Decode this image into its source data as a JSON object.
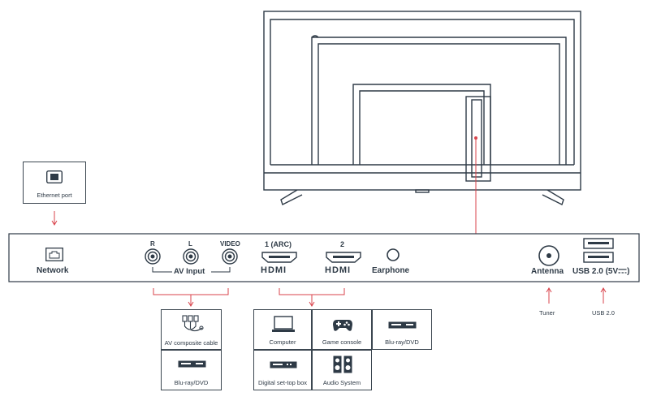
{
  "ethernet_box": {
    "label": "Ethernet port"
  },
  "panel": {
    "network_label": "Network",
    "av": {
      "r": "R",
      "l": "L",
      "video": "VIDEO",
      "label": "AV Input"
    },
    "hdmi1_label": "1 (ARC)",
    "hdmi2_label": "2",
    "hdmi_logo": "HDMI",
    "earphone_label": "Earphone",
    "antenna_label": "Antenna",
    "usb_label": "USB 2.0 (5V",
    "usb_suffix": ")"
  },
  "below_labels": {
    "tuner": "Tuner",
    "usb": "USB 2.0"
  },
  "av_devices": [
    {
      "label": "AV composite cable",
      "icon": "composite-cable-icon"
    },
    {
      "label": "Blu-ray/DVD",
      "icon": "bluray-player-icon"
    }
  ],
  "hdmi_devices": [
    {
      "label": "Computer",
      "icon": "laptop-icon"
    },
    {
      "label": "Game console",
      "icon": "gamepad-icon"
    },
    {
      "label": "Blu-ray/DVD",
      "icon": "bluray-player-icon"
    },
    {
      "label": "Digital set-top box",
      "icon": "set-top-box-icon"
    },
    {
      "label": "Audio System",
      "icon": "speaker-icon"
    }
  ],
  "colors": {
    "line": "#2e3a46",
    "accent": "#d9434b"
  }
}
